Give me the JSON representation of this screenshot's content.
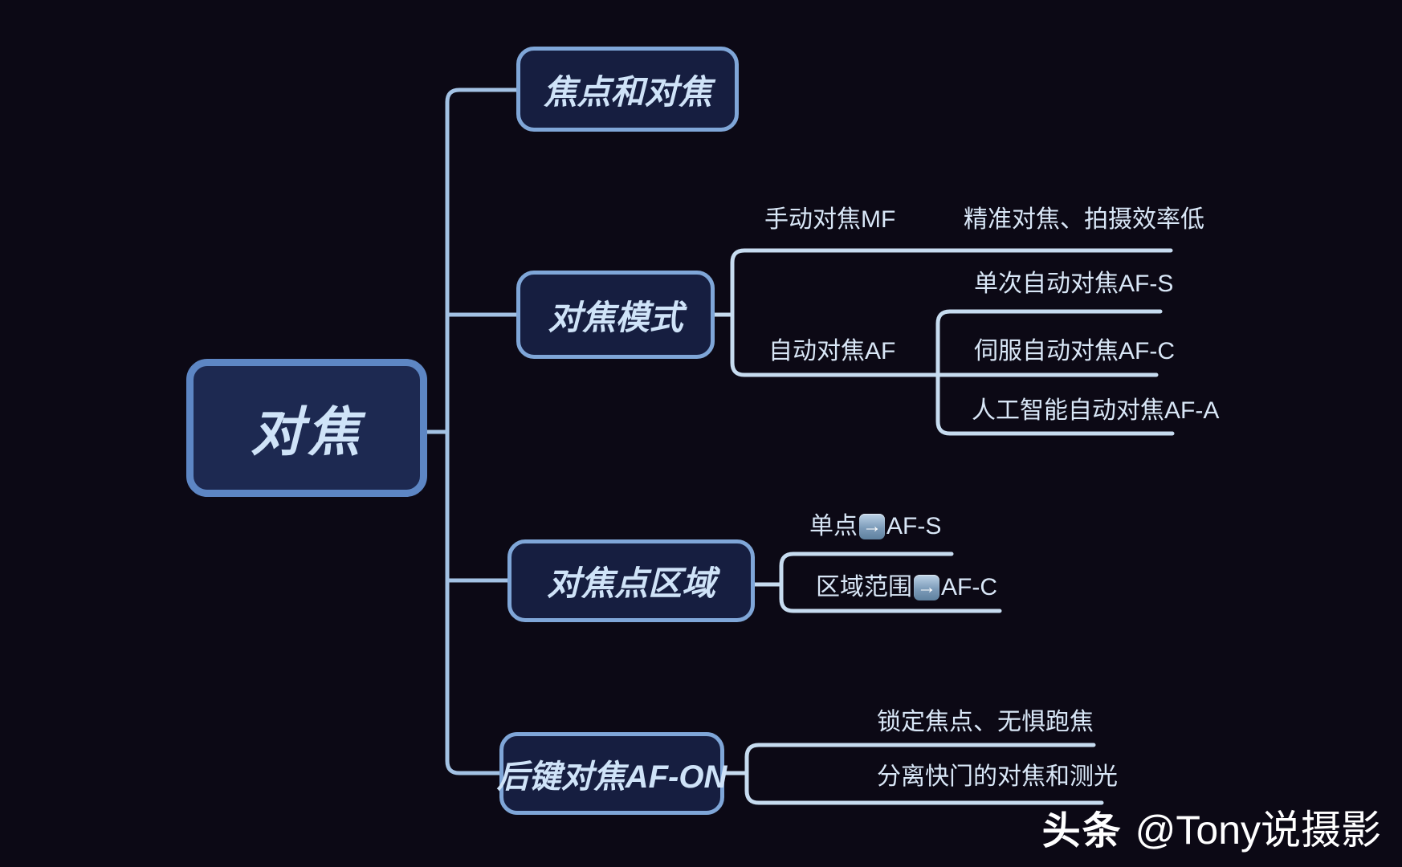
{
  "root": {
    "label": "对焦"
  },
  "branches": [
    {
      "label": "焦点和对焦"
    },
    {
      "label": "对焦模式",
      "children": [
        {
          "label": "手动对焦MF",
          "note": "精准对焦、拍摄效率低"
        },
        {
          "label": "自动对焦AF",
          "children": [
            {
              "label": "单次自动对焦AF-S"
            },
            {
              "label": "伺服自动对焦AF-C"
            },
            {
              "label": "人工智能自动对焦AF-A"
            }
          ]
        }
      ]
    },
    {
      "label": "对焦点区域",
      "children": [
        {
          "prefix": "单点",
          "suffix": "AF-S"
        },
        {
          "prefix": "区域范围",
          "suffix": "AF-C"
        }
      ]
    },
    {
      "label": "后键对焦AF-ON",
      "children": [
        {
          "label": "锁定焦点、无惧跑焦"
        },
        {
          "label": "分离快门的对焦和测光"
        }
      ]
    }
  ],
  "icons": {
    "right_arrow": "→"
  },
  "watermark": {
    "brand": "头条",
    "handle": "@Tony说摄影"
  },
  "colors": {
    "background": "#0c0915",
    "root_fill": "#1d2951",
    "root_border": "#5d86c4",
    "branch_fill": "#161e40",
    "branch_border": "#7fa6d8",
    "main_line": "#a3c2e4",
    "child_line": "#c7dcf0",
    "node_text": "#cfe3f8",
    "label_text": "#d9e7f7",
    "watermark_text": "#ffffff"
  }
}
